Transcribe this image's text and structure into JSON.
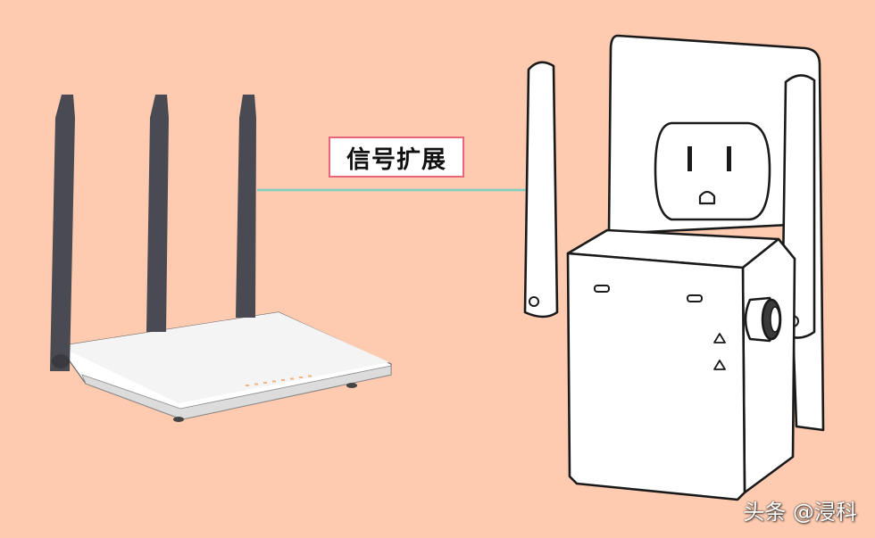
{
  "background_color": "#fecbb0",
  "link_line_color": "#7fcfc2",
  "label_border_color": "#e8667a",
  "router": {
    "antenna_count": 3,
    "led_count": 8,
    "led_color": "#f2b37a",
    "antenna_color": "#4a4a52",
    "body_color": "#ffffff"
  },
  "connection_label": "信号扩展",
  "extender": {
    "outlet_icon": "wall-outlet-icon",
    "led_indicator_count": 2,
    "button_icons": [
      "triangle-up-icon",
      "triangle-up-icon"
    ]
  },
  "watermark": "头条 @浸科"
}
